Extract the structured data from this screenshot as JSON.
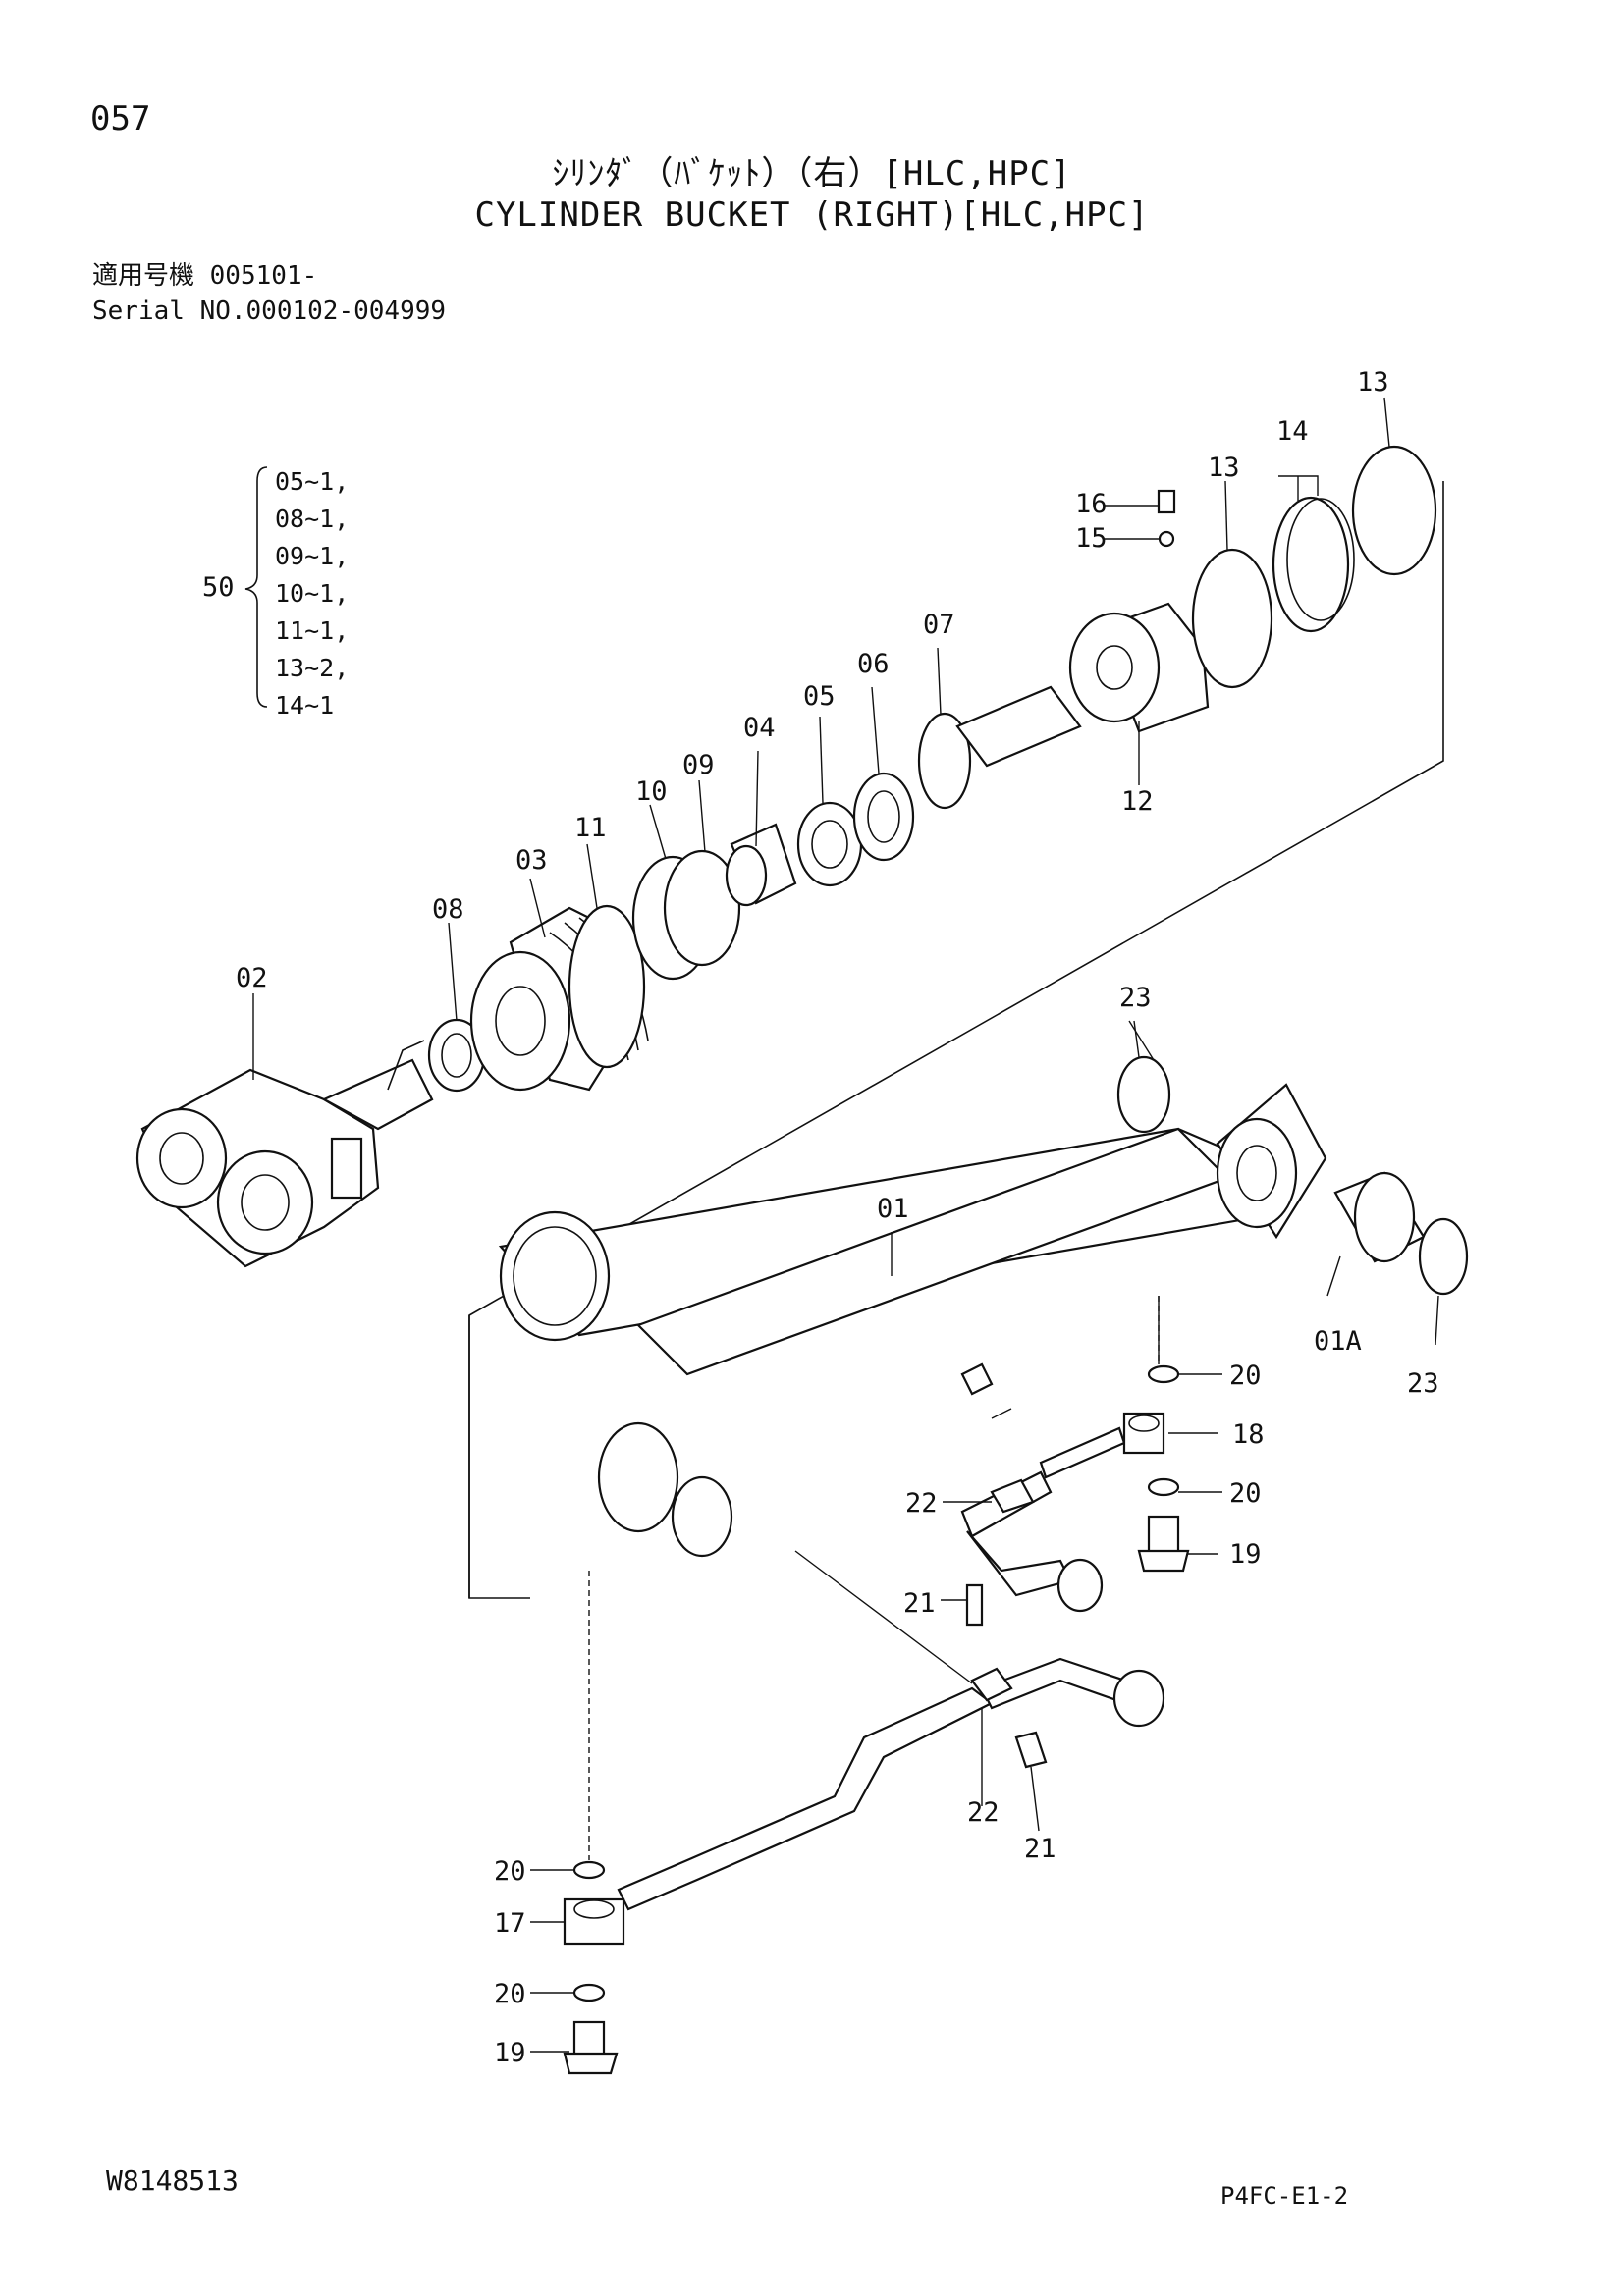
{
  "header": {
    "page_number": "057",
    "title_jp": "ｼﾘﾝﾀﾞ（ﾊﾞｹｯﾄ）（右）[HLC,HPC]",
    "title_en": "CYLINDER BUCKET (RIGHT)[HLC,HPC]",
    "serial_jp": "適用号機 005101-",
    "serial_en": "Serial NO.000102-004999"
  },
  "kit": {
    "number": "50",
    "contents": [
      "05~1,",
      "08~1,",
      "09~1,",
      "10~1,",
      "11~1,",
      "13~2,",
      "14~1"
    ]
  },
  "callouts": {
    "p01": "01",
    "p01a": "01A",
    "p02": "02",
    "p03": "03",
    "p04": "04",
    "p05": "05",
    "p06": "06",
    "p07": "07",
    "p08": "08",
    "p09": "09",
    "p10": "10",
    "p11": "11",
    "p12": "12",
    "p13a": "13",
    "p13b": "13",
    "p14": "14",
    "p15": "15",
    "p16": "16",
    "p17": "17",
    "p18": "18",
    "p19a": "19",
    "p19b": "19",
    "p20a": "20",
    "p20b": "20",
    "p20c": "20",
    "p20d": "20",
    "p21a": "21",
    "p21b": "21",
    "p22a": "22",
    "p22b": "22",
    "p23a": "23",
    "p23b": "23"
  },
  "footer": {
    "drawing_number": "W8148513",
    "sheet_code": "P4FC-E1-2"
  }
}
